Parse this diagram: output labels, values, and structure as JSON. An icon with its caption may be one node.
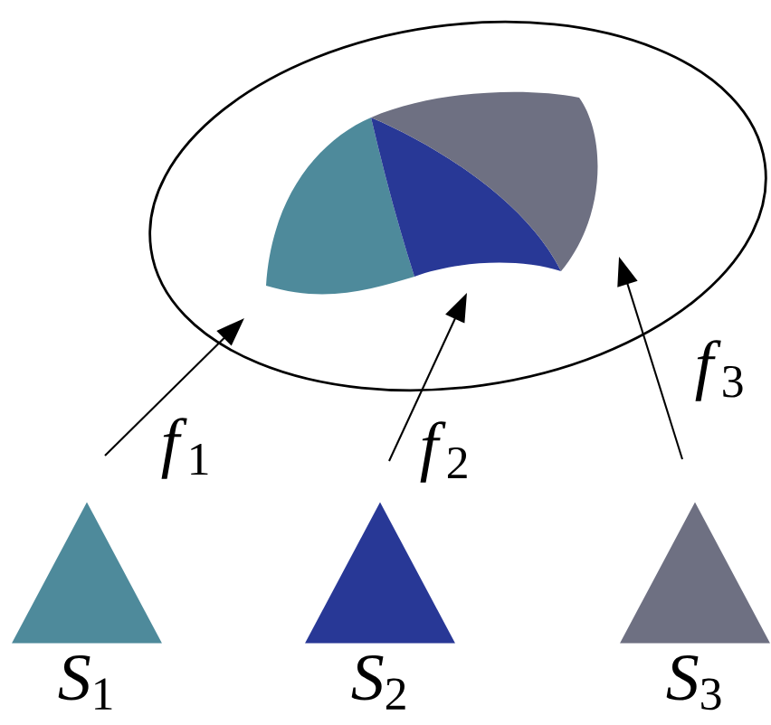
{
  "diagram": {
    "nodes": [
      {
        "text": [],
        "shape": "ellipse"
      },
      {
        "text": [],
        "shape": "patch",
        "in": 0
      },
      {
        "text": [],
        "shape": "patch",
        "in": 0
      },
      {
        "text": [],
        "shape": "patch",
        "in": 0
      },
      {
        "text": [
          "*S*$_{1}$"
        ]
      },
      {
        "text": [
          "*S*$_{2}$"
        ]
      },
      {
        "text": [
          "*S*$_{3}$"
        ]
      }
    ],
    "edges": [
      {
        "from": 4,
        "to": 1,
        "arrow": "to",
        "label": "*f*$_{1}$"
      },
      {
        "from": 5,
        "to": 2,
        "arrow": "to",
        "label": "*f*$_{2}$"
      },
      {
        "from": 6,
        "to": 3,
        "arrow": "to",
        "label": "*f*$_{3}$"
      }
    ]
  }
}
